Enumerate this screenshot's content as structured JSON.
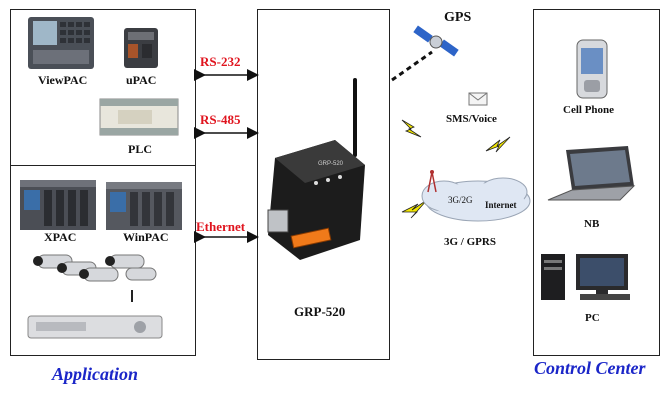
{
  "left_panel": {
    "viewpac_label": "ViewPAC",
    "upac_label": "uPAC",
    "plc_label": "PLC",
    "xpac_label": "XPAC",
    "winpac_label": "WinPAC",
    "application_label": "Application"
  },
  "connections": {
    "rs232_label": "RS-232",
    "rs485_label": "RS-485",
    "ethernet_label": "Ethernet"
  },
  "center": {
    "device_label": "GRP-520",
    "device_print": "GRP-520"
  },
  "network": {
    "gps_label": "GPS",
    "sms_label": "SMS/Voice",
    "cloud_left_label": "3G/2G",
    "cloud_right_label": "Internet",
    "gprs_label": "3G / GPRS"
  },
  "control_center": {
    "phone_label": "Cell Phone",
    "nb_label": "NB",
    "pc_label": "PC",
    "title": "Control Center"
  },
  "colors": {
    "red_label": "#e0141e",
    "blue_label": "#1b26c8",
    "lightning": "#f2e600",
    "device_body": "#1c1c1c",
    "terminal": "#f07a1a"
  }
}
